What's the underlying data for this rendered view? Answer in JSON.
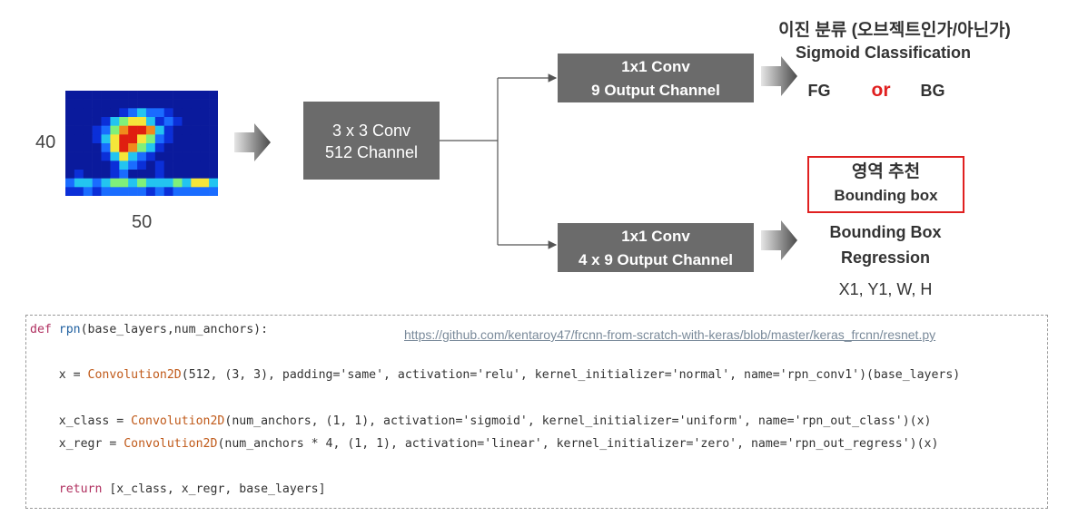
{
  "feature_map": {
    "height_label": "40",
    "width_label": "50"
  },
  "conv3x3": {
    "line1": "3 x 3 Conv",
    "line2": "512 Channel"
  },
  "cls_branch": {
    "box_line1": "1x1 Conv",
    "box_line2": "9 Output Channel",
    "title_kr": "이진 분류 (오브젝트인가/아닌가)",
    "title_en": "Sigmoid Classification",
    "fg": "FG",
    "or": "or",
    "bg": "BG"
  },
  "reg_branch": {
    "box_line1": "1x1 Conv",
    "box_line2": "4 x 9 Output Channel",
    "highlight_kr": "영역 추천",
    "highlight_en": "Bounding box",
    "title_line1": "Bounding Box",
    "title_line2": "Regression",
    "coords": "X1, Y1, W, H"
  },
  "code": {
    "link": "https://github.com/kentaroy47/frcnn-from-scratch-with-keras/blob/master/keras_frcnn/resnet.py",
    "line1": {
      "kw": "def",
      "name": " rpn",
      "rest": "(base_layers,num_anchors):"
    },
    "line2": {
      "pre": "    x = ",
      "cls": "Convolution2D",
      "rest": "(512, (3, 3), padding='same', activation='relu', kernel_initializer='normal', name='rpn_conv1')(base_layers)"
    },
    "line3": {
      "pre": "    x_class = ",
      "cls": "Convolution2D",
      "rest": "(num_anchors, (1, 1), activation='sigmoid', kernel_initializer='uniform', name='rpn_out_class')(x)"
    },
    "line4": {
      "pre": "    x_regr = ",
      "cls": "Convolution2D",
      "rest": "(num_anchors * 4, (1, 1), activation='linear', kernel_initializer='zero', name='rpn_out_regress')(x)"
    },
    "line5": {
      "kw": "    return",
      "rest": " [x_class, x_regr, base_layers]"
    }
  },
  "colors": {
    "box_fill": "#6b6b6b",
    "highlight_border": "#e02020",
    "or_color": "#e02020"
  }
}
